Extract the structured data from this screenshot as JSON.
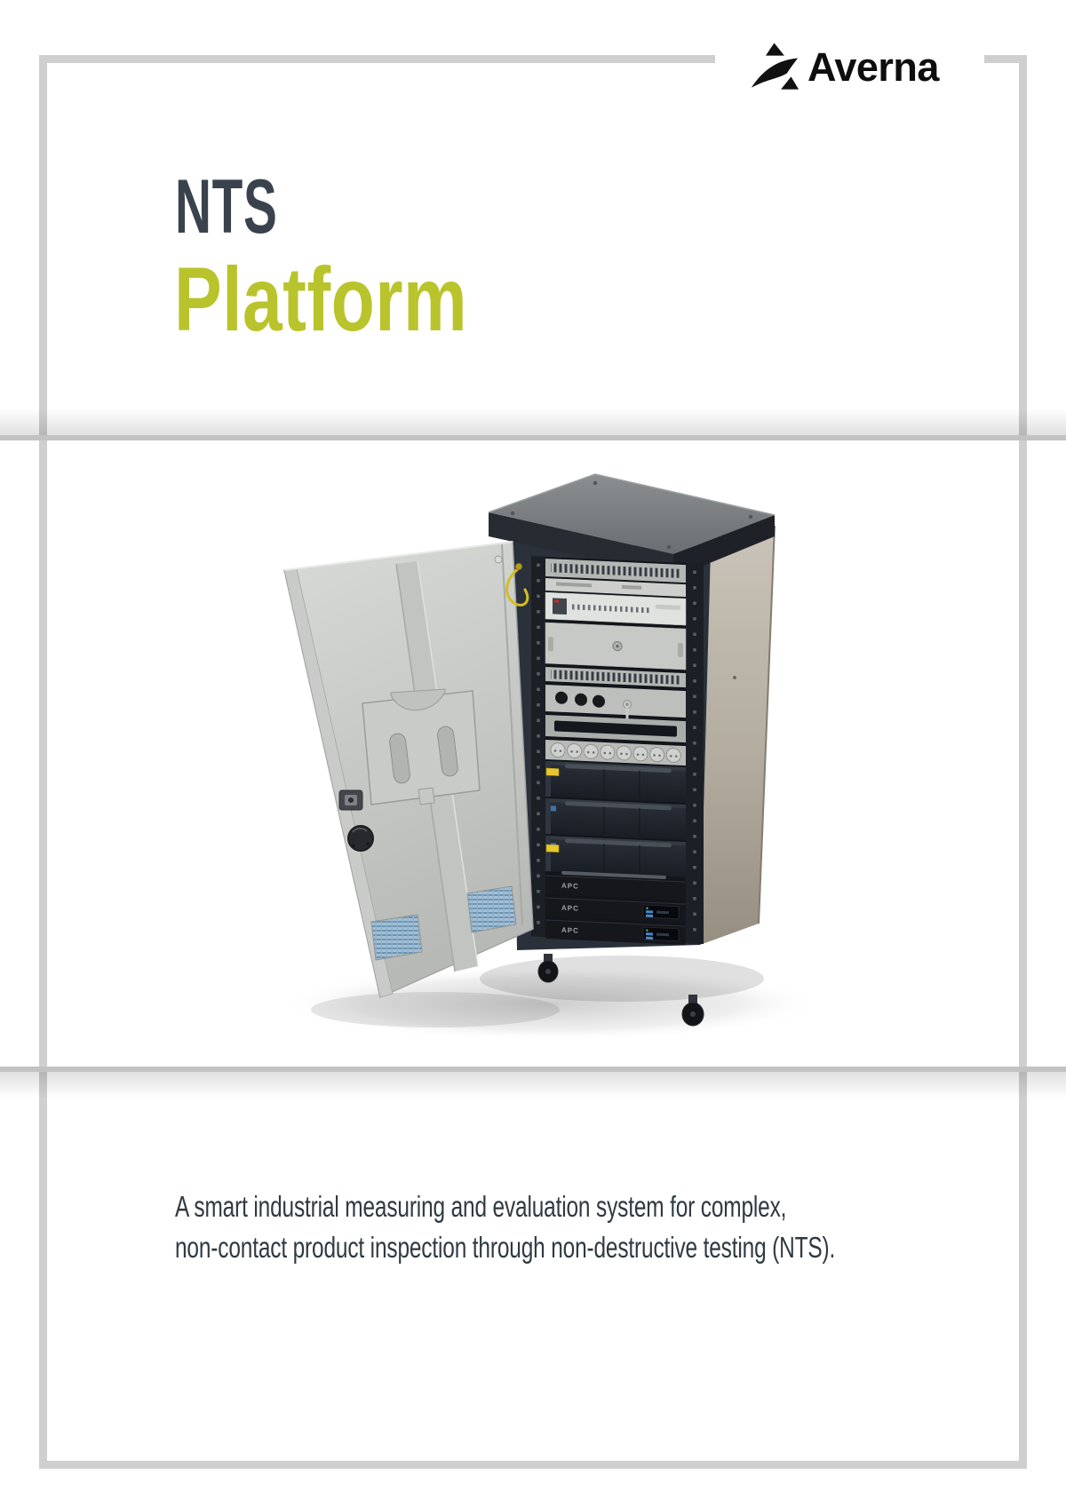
{
  "header": {
    "brand_name": "Averna"
  },
  "hero_title": {
    "line1": "NTS",
    "line2": "Platform"
  },
  "description": {
    "line1": "A smart industrial measuring and evaluation system for complex,",
    "line2": "non-contact product inspection through non-destructive testing (NTS)."
  },
  "illustration": {
    "ups_label": "APC"
  },
  "colors": {
    "accent_green": "#b9c42c",
    "title_dark": "#3a434d",
    "body_text": "#2f3a42",
    "frame_gray": "#cfcfcf",
    "divider_gray": "#c2c2c2",
    "logo_black": "#0e0e0e",
    "cabinet_dark": "#2b313a",
    "door_gray": "#c6c8c5",
    "side_panel_greige": "#b3ac9f",
    "ups_accent_blue": "#4d86c6",
    "warning_yellow": "#e6c72e"
  }
}
